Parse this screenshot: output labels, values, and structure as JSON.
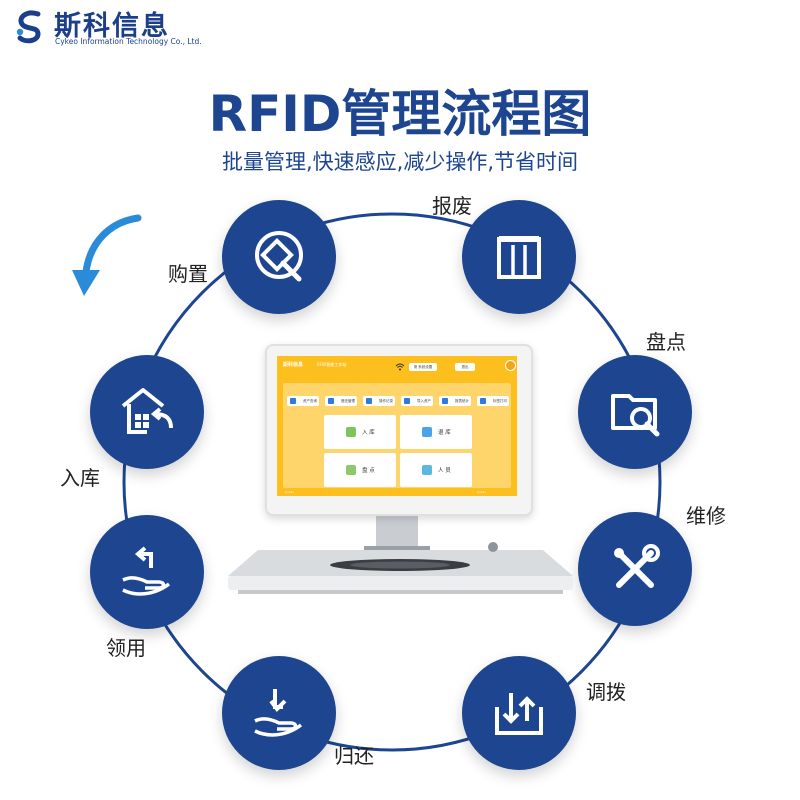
{
  "logo": {
    "name": "斯科信息",
    "subtitle": "Cykeo Information Technology Co., Ltd."
  },
  "title": "RFID管理流程图",
  "subtitle": "批量管理,快速感应,减少操作,节省时间",
  "steps": [
    {
      "label": "购置",
      "icon": "purchase-q-icon"
    },
    {
      "label": "报废",
      "icon": "scrap-bin-icon"
    },
    {
      "label": "盘点",
      "icon": "inventory-search-icon"
    },
    {
      "label": "维修",
      "icon": "repair-tools-icon"
    },
    {
      "label": "调拨",
      "icon": "transfer-box-icon"
    },
    {
      "label": "归还",
      "icon": "return-hand-icon"
    },
    {
      "label": "领用",
      "icon": "receive-hand-icon"
    },
    {
      "label": "入库",
      "icon": "warehouse-in-icon"
    }
  ],
  "kiosk": {
    "brand": "斯科信息",
    "app_title": "RFID智能工作站",
    "top_buttons": [
      "常 系统设置",
      "退出"
    ],
    "chips": [
      "资产查询",
      "借还管理",
      "操作记录",
      "导入资产",
      "报表统计",
      "标签打印"
    ],
    "tiles": [
      "入 库",
      "退 库",
      "盘 点",
      "人 员"
    ],
    "footer_left": "Cykeo",
    "footer_right": "Cykeo"
  },
  "colors": {
    "primary": "#1d4590",
    "screen": "#fcbf1e",
    "ring": "#1d4590",
    "arrow": "#2a8cd8"
  }
}
